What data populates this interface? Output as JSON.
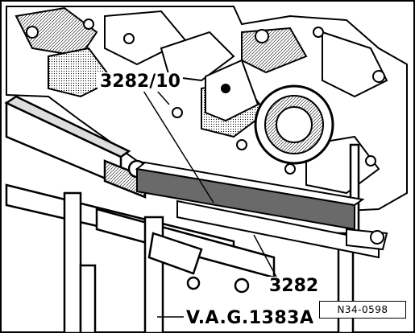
{
  "callouts": {
    "tool_3282_10": "3282/10",
    "tool_3282": "3282",
    "tool_vag_1383a": "V.A.G.1383A"
  },
  "reference_code": "N34-0598",
  "colors": {
    "ink": "#000000",
    "paper": "#ffffff",
    "shade": "#6a6a6a"
  }
}
